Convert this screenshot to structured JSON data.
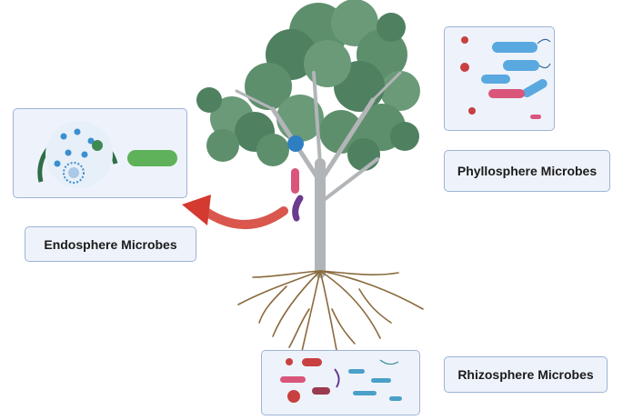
{
  "labels": {
    "endosphere": "Endosphere Microbes",
    "phyllosphere": "Phyllosphere Microbes",
    "rhizosphere": "Rhizosphere Microbes"
  },
  "colors": {
    "foliage": "#5e8f6c",
    "foliage_dark": "#3f6e52",
    "trunk": "#b2b5b8",
    "roots": "#8a6a3c",
    "arrow": "#d43a2f",
    "panel_bg": "#eef3fb",
    "panel_border": "#9db3d6"
  }
}
